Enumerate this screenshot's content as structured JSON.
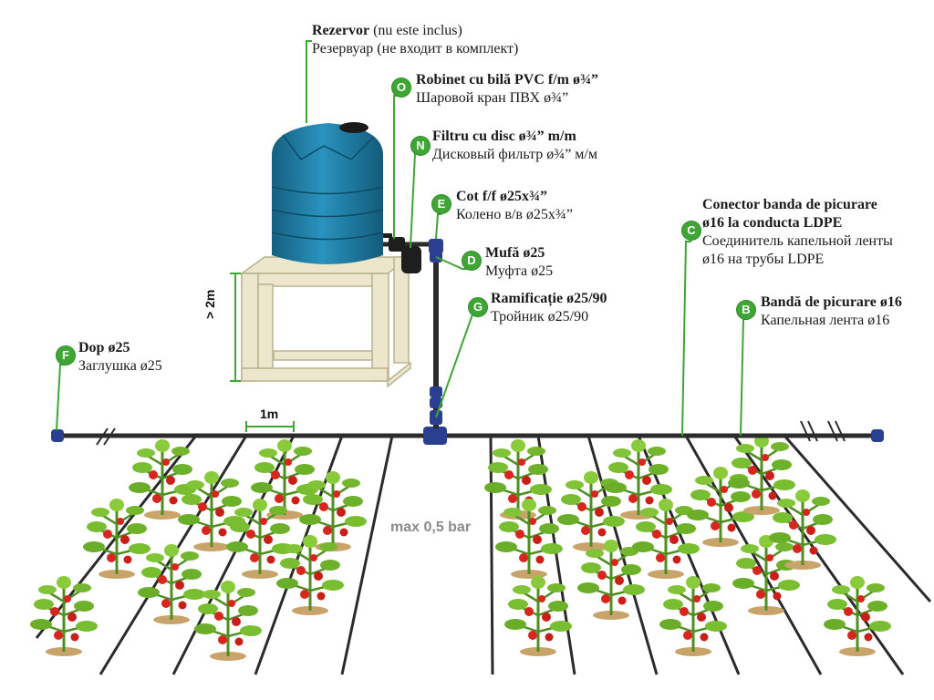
{
  "labels": {
    "reservoir": {
      "title": "Rezervor",
      "note": " (nu este inclus)",
      "ru": "Резервуар (не входит в комплект)"
    },
    "O": {
      "badge": "O",
      "title": "Robinet cu bilă PVC f/m ø¾”",
      "ru": "Шаровой кран ПВХ ø¾”"
    },
    "N": {
      "badge": "N",
      "title": "Filtru cu disc ø¾” m/m",
      "ru": "Дисковый фильтр ø¾” м/м"
    },
    "E": {
      "badge": "E",
      "title": "Cot f/f ø25x¾”",
      "ru": "Колено в/в ø25x¾”"
    },
    "D": {
      "badge": "D",
      "title": "Mufă ø25",
      "ru": "Муфта ø25"
    },
    "G": {
      "badge": "G",
      "title": "Ramificație ø25/90",
      "ru": "Тройник ø25/90"
    },
    "C": {
      "badge": "C",
      "title1": "Conector banda de picurare",
      "title2": "ø16 la conducta LDPE",
      "ru1": "Соединитель капельной ленты",
      "ru2": "ø16 на трубы LDPE"
    },
    "B": {
      "badge": "B",
      "title": "Bandă de picurare ø16",
      "ru": "Капельная лента ø16"
    },
    "F": {
      "badge": "F",
      "title": "Dop ø25",
      "ru": "Заглушка ø25"
    }
  },
  "dimensions": {
    "height": "> 2m",
    "spacing": "1m"
  },
  "pressure": "max 0,5 bar",
  "colors": {
    "badge": "#3fa535",
    "tank": "#1f7fa8",
    "pipe": "#2b2b2b",
    "fitting": "#2a3f8f",
    "leaf": "#6fb62d",
    "tomato": "#d7261e",
    "stand": "#e9e4c8"
  }
}
